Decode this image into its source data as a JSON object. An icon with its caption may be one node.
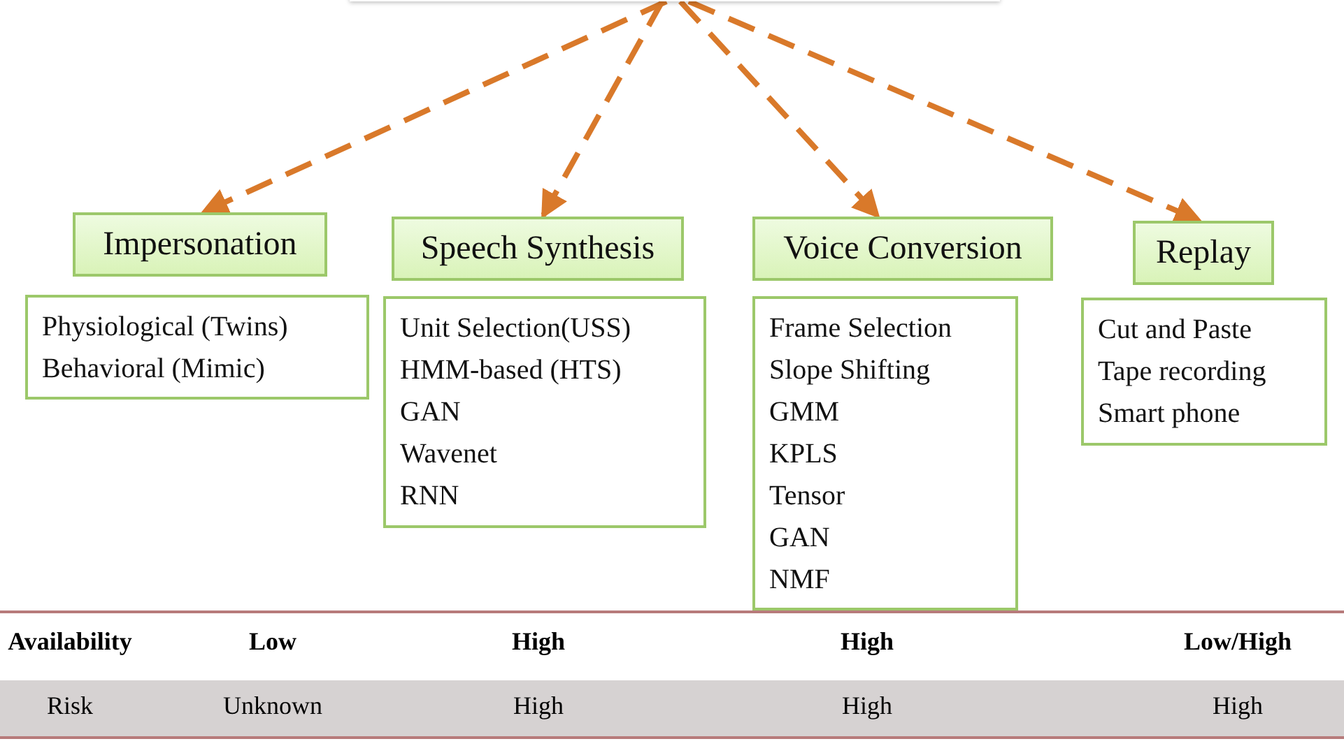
{
  "diagram": {
    "nodes": [
      {
        "text": [],
        "shape": "box"
      },
      {
        "text": [
          "Impersonation"
        ]
      },
      {
        "text": [
          "Physiological (Twins)",
          "Behavioral (Mimic)"
        ]
      },
      {
        "text": [
          "Speech Synthesis"
        ]
      },
      {
        "text": [
          "Unit Selection(USS)",
          "HMM-based (HTS)",
          "GAN",
          "Wavenet",
          "RNN"
        ]
      },
      {
        "text": [
          "Voice Conversion"
        ]
      },
      {
        "text": [
          "Frame Selection",
          "Slope Shifting",
          "GMM",
          "KPLS",
          "Tensor",
          "GAN",
          "NMF"
        ]
      },
      {
        "text": [
          "Replay"
        ]
      },
      {
        "text": [
          "Cut and Paste",
          "Tape recording",
          "Smart phone"
        ]
      }
    ],
    "edges": [
      {
        "from": 0,
        "to": 1,
        "arrow": "to",
        "style": "dashed"
      },
      {
        "from": 0,
        "to": 3,
        "arrow": "to",
        "style": "dashed"
      },
      {
        "from": 0,
        "to": 5,
        "arrow": "to",
        "style": "dashed"
      },
      {
        "from": 0,
        "to": 7,
        "arrow": "to",
        "style": "dashed"
      }
    ],
    "labels": [
      "Availability",
      "Low",
      "High",
      "High",
      "Low/High",
      "Risk",
      "Unknown",
      "High",
      "High",
      "High"
    ]
  }
}
